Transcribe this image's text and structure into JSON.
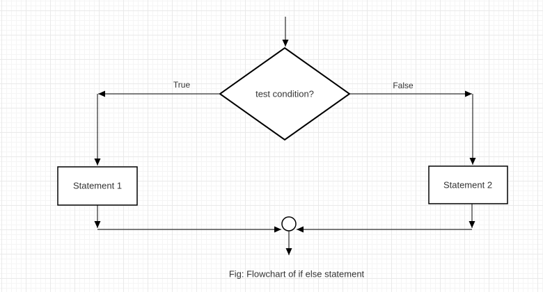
{
  "diagram": {
    "caption": "Fig: Flowchart of if else statement",
    "nodes": {
      "decision": {
        "shape": "diamond",
        "label": "test condition?"
      },
      "statement1": {
        "shape": "rect",
        "label": "Statement 1"
      },
      "statement2": {
        "shape": "rect",
        "label": "Statement 2"
      },
      "junction": {
        "shape": "circle",
        "label": ""
      }
    },
    "edges": {
      "true_branch": {
        "label": "True"
      },
      "false_branch": {
        "label": "False"
      }
    },
    "colors": {
      "stroke": "#000000",
      "text": "#333333",
      "shape_fill": "#ffffff",
      "background": "#ffffff",
      "grid_minor": "#f5f5f5",
      "grid_major": "#e9e9e9"
    }
  }
}
